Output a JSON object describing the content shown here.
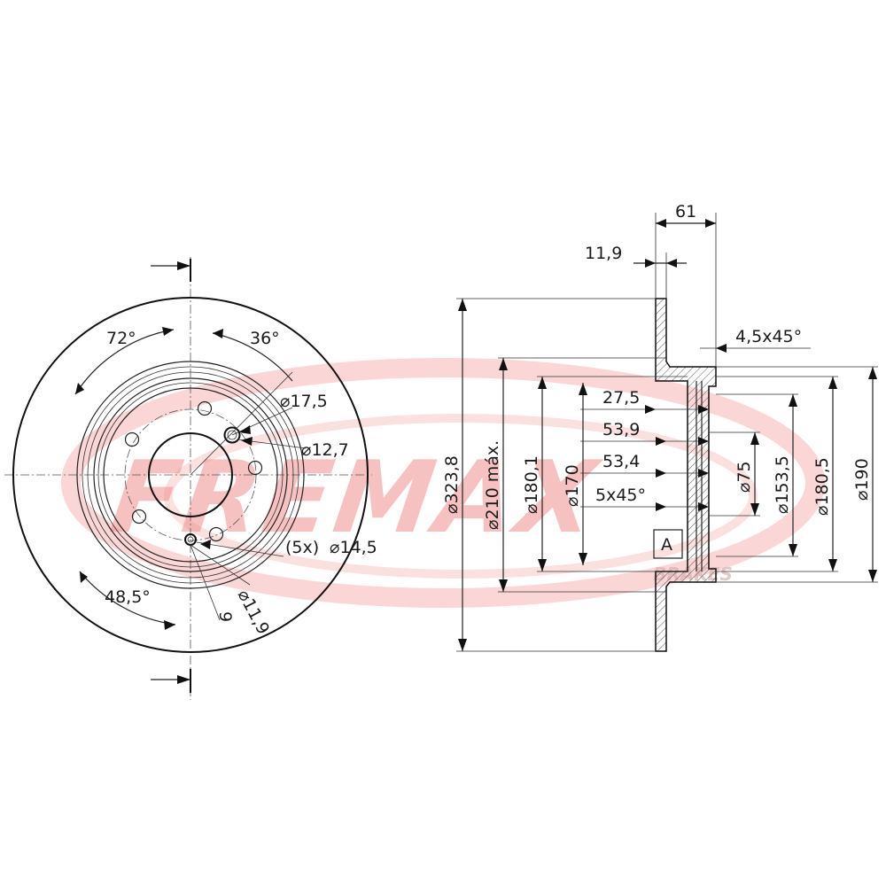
{
  "brand": {
    "name": "FREMAX",
    "sub": "BRAKES",
    "color": "#f08f8f"
  },
  "front_view": {
    "angle_72": "72°",
    "angle_36": "36°",
    "dia_17_5": "⌀17,5",
    "dia_12_7": "⌀12,7",
    "holes": "(5x)",
    "dia_14_5": "⌀14,5",
    "angle_48_5": "48,5°",
    "dia_11_9": "⌀11,9",
    "dim_9": "9"
  },
  "section_view": {
    "width_61": "61",
    "thick_11_9": "11,9",
    "chamfer_4_5": "4,5x45°",
    "d_27_5": "27,5",
    "d_53_9": "53,9",
    "d_53_4": "53,4",
    "chamfer_5": "5x45°",
    "label_a": "A",
    "dia_323_8": "⌀323,8",
    "dia_210": "⌀210 máx.",
    "dia_180_1": "⌀180,1",
    "dia_170": "⌀170",
    "dia_75": "⌀75",
    "dia_153_5": "⌀153,5",
    "dia_180_5": "⌀180,5",
    "dia_190": "⌀190"
  }
}
